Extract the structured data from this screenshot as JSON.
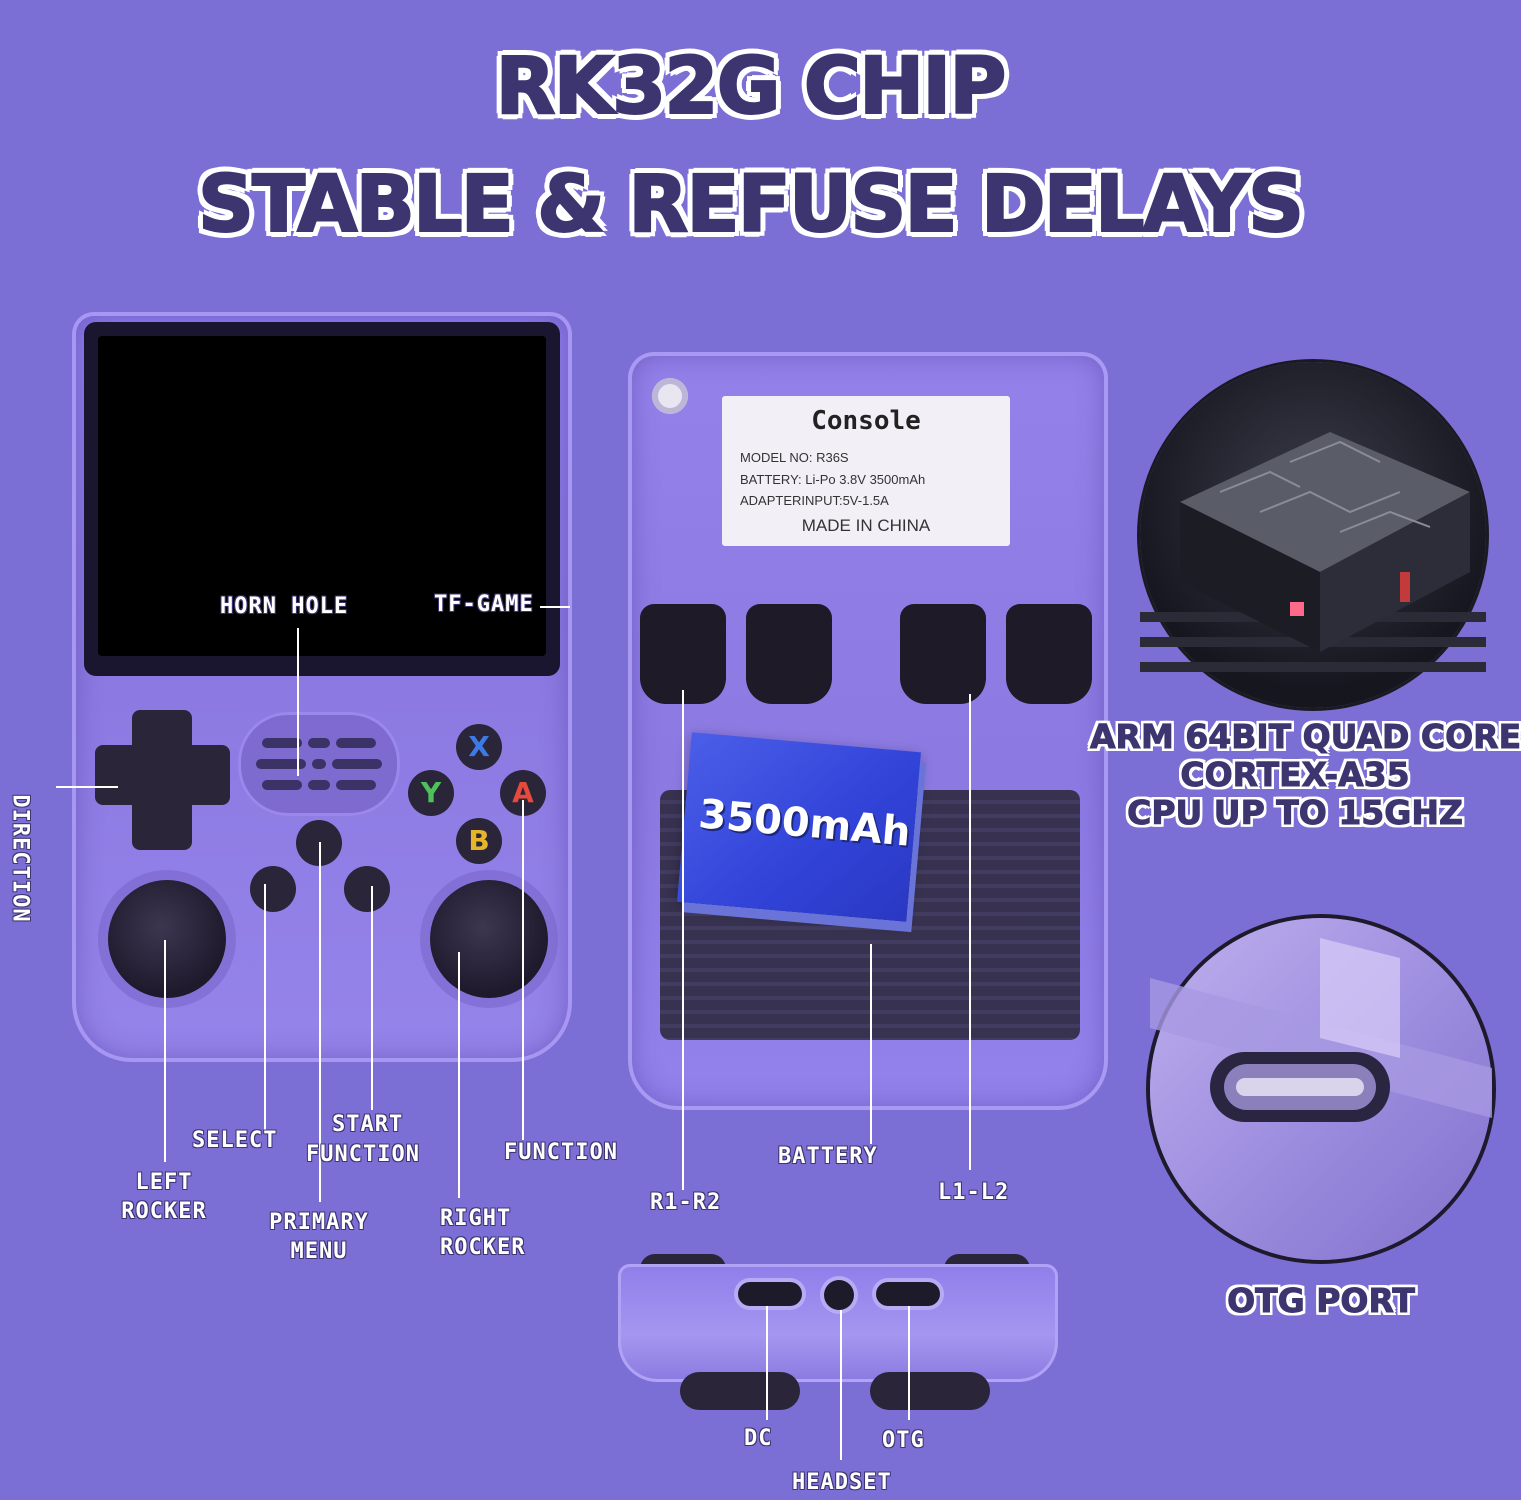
{
  "headline": {
    "line1": "RK32G  CHIP",
    "line2": "STABLE & REFUSE DELAYS"
  },
  "front_labels": {
    "horn_hole": "HORN HOLE",
    "tf_game": "TF-GAME",
    "direction": "DIRECTION",
    "select": "SELECT",
    "start_function_1": "START",
    "start_function_2": "FUNCTION",
    "function": "FUNCTION",
    "left_rocker_1": "LEFT",
    "left_rocker_2": "ROCKER",
    "primary_menu_1": "PRIMARY",
    "primary_menu_2": "MENU",
    "right_rocker_1": "RIGHT",
    "right_rocker_2": "ROCKER"
  },
  "front_buttons": {
    "x": "X",
    "y": "Y",
    "a": "A",
    "b": "B"
  },
  "back_labels": {
    "r1_r2": "R1-R2",
    "battery": "BATTERY",
    "l1_l2": "L1-L2"
  },
  "sticker": {
    "title": "Console",
    "model": "MODEL NO: R36S",
    "battery": "BATTERY: Li-Po 3.8V 3500mAh",
    "adapter": "ADAPTERINPUT:5V-1.5A",
    "made_in": "MADE IN CHINA"
  },
  "battery_card": {
    "text": "3500mAh"
  },
  "bottom_labels": {
    "dc": "DC",
    "headset": "HEADSET",
    "otg": "OTG"
  },
  "spec": {
    "line1": "ARM 64BIT QUAD CORE",
    "line2": "CORTEX-A35",
    "line3": "CPU UP TO 15GHZ"
  },
  "otg_port": "OTG PORT",
  "colors": {
    "background": "#7b6fd6",
    "headline_fill": "#3d3570",
    "console_purple": "#8e7ce8",
    "button_x": "#3c7be6",
    "button_y": "#4dc25a",
    "button_a": "#e54a3a",
    "button_b": "#e6b52a"
  }
}
